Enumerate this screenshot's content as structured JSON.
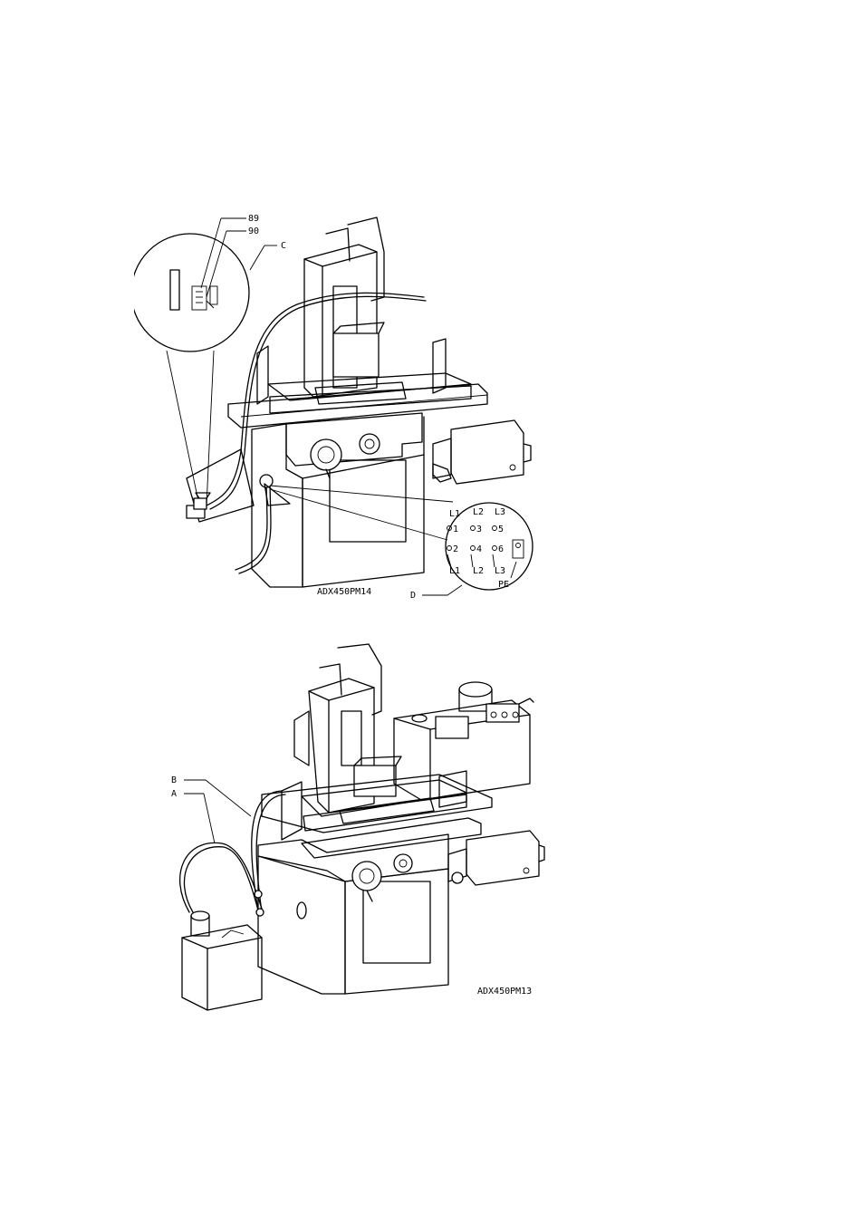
{
  "figures": [
    {
      "id": "ADX450PM14",
      "caption": "ADX450PM14",
      "callouts": {
        "c89": "89",
        "c90": "90",
        "cC": "C",
        "cD": "D"
      },
      "terminals": {
        "top": [
          "L1",
          "L2",
          "L3"
        ],
        "mid": [
          "1",
          "3",
          "5"
        ],
        "low": [
          "2",
          "4",
          "6"
        ],
        "bottom": [
          "L1",
          "L2",
          "L3"
        ],
        "earth": "PE"
      }
    },
    {
      "id": "ADX450PM13",
      "caption": "ADX450PM13",
      "callouts": {
        "cB": "B",
        "cA": "A"
      }
    }
  ]
}
